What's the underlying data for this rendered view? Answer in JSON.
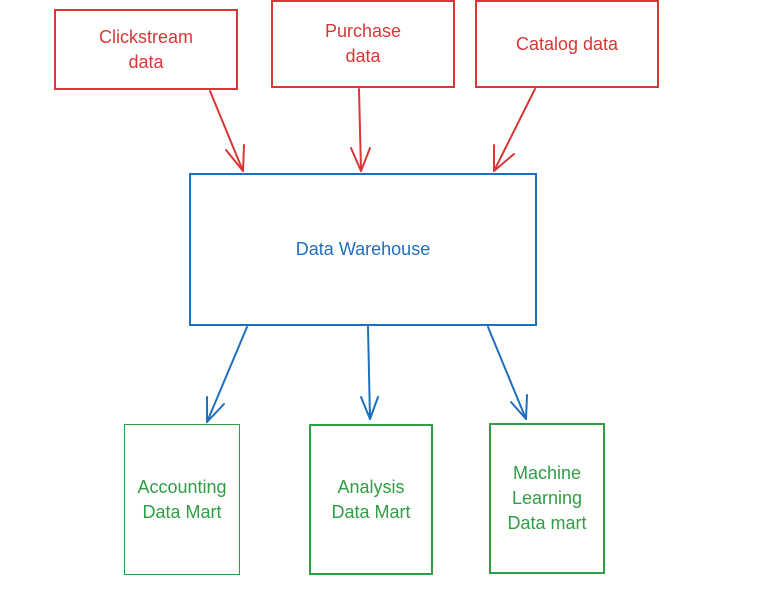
{
  "diagram": {
    "sources": [
      {
        "id": "clickstream",
        "label": "Clickstream\ndata"
      },
      {
        "id": "purchase",
        "label": "Purchase\ndata"
      },
      {
        "id": "catalog",
        "label": "Catalog data"
      }
    ],
    "warehouse": {
      "label": "Data Warehouse"
    },
    "marts": [
      {
        "id": "accounting",
        "label": "Accounting\nData Mart"
      },
      {
        "id": "analysis",
        "label": "Analysis\nData Mart"
      },
      {
        "id": "ml",
        "label": "Machine\nLearning\nData mart"
      }
    ],
    "edges": [
      {
        "from": "clickstream",
        "to": "warehouse"
      },
      {
        "from": "purchase",
        "to": "warehouse"
      },
      {
        "from": "catalog",
        "to": "warehouse"
      },
      {
        "from": "warehouse",
        "to": "accounting"
      },
      {
        "from": "warehouse",
        "to": "analysis"
      },
      {
        "from": "warehouse",
        "to": "ml"
      }
    ],
    "colors": {
      "source": "#d93636",
      "warehouse": "#1f6fbf",
      "mart": "#2f9e44"
    }
  }
}
